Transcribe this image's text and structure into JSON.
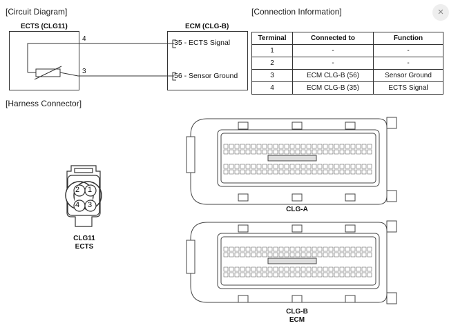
{
  "sections": {
    "circuit": "[Circuit Diagram]",
    "connection": "[Connection Information]",
    "harness": "[Harness Connector]"
  },
  "circuit": {
    "ects_title": "ECTS (CLG11)",
    "ecm_title": "ECM (CLG-B)",
    "ects_pin_top": "4",
    "ects_pin_bottom": "3",
    "ecm_pins": [
      {
        "label": "35 - ECTS Signal"
      },
      {
        "label": "56 - Sensor Ground"
      }
    ]
  },
  "connection_table": {
    "headers": [
      "Terminal",
      "Connected to",
      "Function"
    ],
    "rows": [
      [
        "1",
        "-",
        "-"
      ],
      [
        "2",
        "-",
        "-"
      ],
      [
        "3",
        "ECM CLG-B (56)",
        "Sensor Ground"
      ],
      [
        "4",
        "ECM CLG-B (35)",
        "ECTS Signal"
      ]
    ]
  },
  "harness": {
    "ects_connector": {
      "pins": [
        "2",
        "1",
        "4",
        "3"
      ],
      "label_line1": "CLG11",
      "label_line2": "ECTS"
    },
    "clga_label": "CLG-A",
    "clgb_label_line1": "CLG-B",
    "clgb_label_line2": "ECM"
  },
  "ui": {
    "close_icon": "×"
  }
}
